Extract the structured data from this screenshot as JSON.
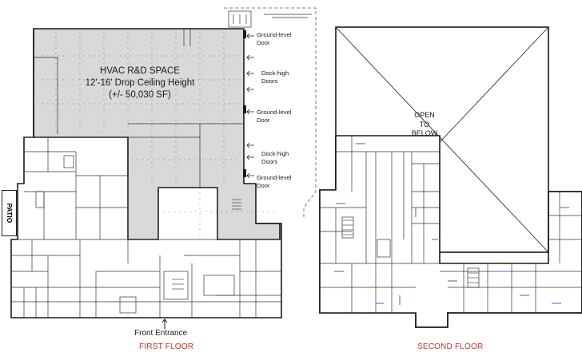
{
  "first_floor": {
    "space": {
      "title": "HVAC R&D SPACE",
      "ceiling": "12'-16' Drop Ceiling Height",
      "area": "(+/- 50,030 SF)"
    },
    "doors": [
      {
        "line1": "Ground-level",
        "line2": "Door"
      },
      {
        "line1": "Dock-high",
        "line2": "Doors"
      },
      {
        "line1": "Ground-level",
        "line2": "Door"
      },
      {
        "line1": "Dock-high",
        "line2": "Doors"
      },
      {
        "line1": "Ground-level",
        "line2": "Door"
      }
    ],
    "patio_label": "PATIO",
    "entrance_label": "Front Entrance",
    "floor_label": "FIRST FLOOR"
  },
  "second_floor": {
    "open_label": [
      "OPEN",
      "TO",
      "BELOW"
    ],
    "floor_label": "SECOND FLOOR"
  },
  "colors": {
    "shaded_space": "#d9d9d9",
    "floor_label": "#d0312d",
    "walls": "#1a1a1a",
    "blue_marks": "#5b8fd6"
  }
}
